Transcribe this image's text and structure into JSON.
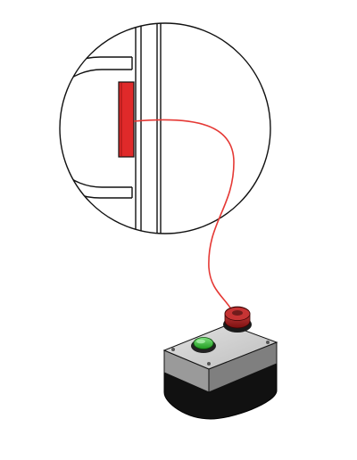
{
  "colors": {
    "line": "#111111",
    "magnet": "#e02a2a",
    "cable": "#e53935",
    "box_top": "#cfcfcf",
    "box_side": "#8f8f8f",
    "box_base": "#111111",
    "green_button": "#3fbf3f",
    "red_button": "#b52222"
  },
  "icons": {
    "detail_view": "magnifier-circle",
    "sensor": "door-magnet-sensor",
    "control_box": "push-button-station"
  }
}
